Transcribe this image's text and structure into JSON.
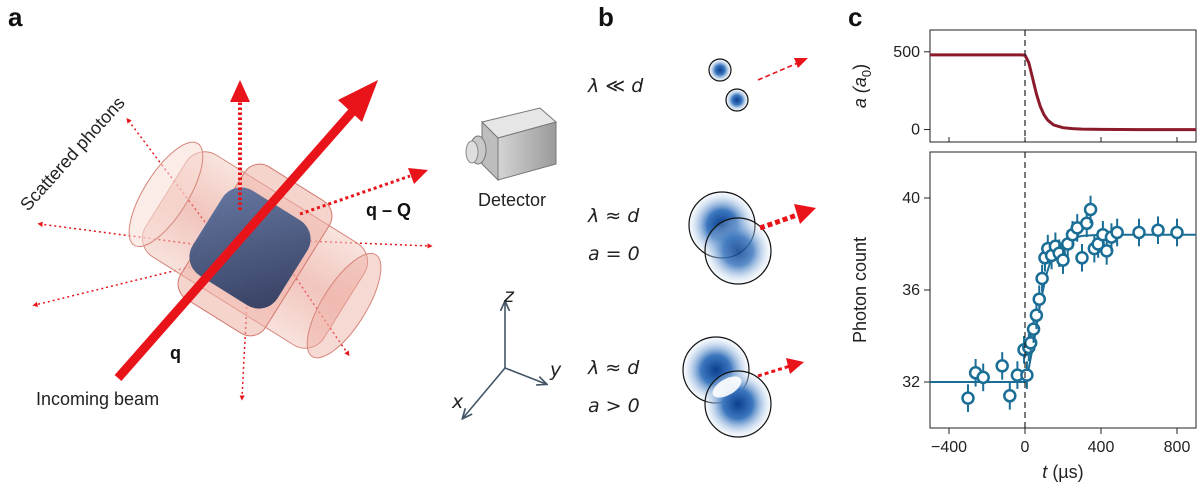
{
  "panels": {
    "a": "a",
    "b": "b",
    "c": "c"
  },
  "panel_a": {
    "scattered_label": "Scattered photons",
    "q_label": "q",
    "qQ_label": "q – Q",
    "incoming_label": "Incoming beam",
    "detector_label": "Detector",
    "axes": {
      "x": "x",
      "y": "y",
      "z": "z"
    },
    "colors": {
      "beam": "#e8141a",
      "cloud": "#3d5a8a",
      "cavity": "#e8a49a"
    }
  },
  "panel_b": {
    "rows": [
      {
        "regime": "λ ≪ d",
        "condition": ""
      },
      {
        "regime": "λ ≈ d",
        "condition": "a = 0"
      },
      {
        "regime": "λ ≈ d",
        "condition": "a > 0"
      }
    ]
  },
  "chart_data": [
    {
      "type": "line",
      "ylabel_main": "a (a",
      "ylabel_sub": "0",
      "ylabel_close": ")",
      "xlim": [
        -500,
        900
      ],
      "ylim": [
        -80,
        640
      ],
      "yticks": [
        0,
        500
      ],
      "xticks": [
        -400,
        0,
        400,
        800
      ],
      "x": [
        -500,
        -100,
        -20,
        0,
        20,
        40,
        60,
        80,
        100,
        120,
        150,
        200,
        250,
        300,
        400,
        600,
        900
      ],
      "y": [
        480,
        480,
        480,
        478,
        430,
        330,
        230,
        150,
        95,
        60,
        30,
        12,
        6,
        3,
        1,
        0,
        0
      ],
      "color": "#8b1a2b",
      "marker_x": 0
    },
    {
      "type": "scatter",
      "xlabel_var": "t",
      "xlabel_unit": " (µs)",
      "ylabel": "Photon count",
      "xlim": [
        -500,
        900
      ],
      "ylim": [
        30,
        42
      ],
      "yticks": [
        32,
        36,
        40
      ],
      "xticks": [
        -400,
        0,
        400,
        800
      ],
      "tick_labels_x": [
        "−400",
        "0",
        "400",
        "800"
      ],
      "points": [
        {
          "x": -300,
          "y": 31.3,
          "err": 0.6
        },
        {
          "x": -260,
          "y": 32.4,
          "err": 0.6
        },
        {
          "x": -220,
          "y": 32.2,
          "err": 0.6
        },
        {
          "x": -120,
          "y": 32.7,
          "err": 0.6
        },
        {
          "x": -80,
          "y": 31.4,
          "err": 0.6
        },
        {
          "x": -40,
          "y": 32.3,
          "err": 0.6
        },
        {
          "x": -5,
          "y": 33.4,
          "err": 0.6
        },
        {
          "x": 10,
          "y": 32.3,
          "err": 0.6
        },
        {
          "x": 20,
          "y": 33.5,
          "err": 0.6
        },
        {
          "x": 30,
          "y": 33.7,
          "err": 0.6
        },
        {
          "x": 45,
          "y": 34.3,
          "err": 0.6
        },
        {
          "x": 60,
          "y": 34.9,
          "err": 0.6
        },
        {
          "x": 75,
          "y": 35.6,
          "err": 0.6
        },
        {
          "x": 90,
          "y": 36.5,
          "err": 0.6
        },
        {
          "x": 105,
          "y": 37.4,
          "err": 0.6
        },
        {
          "x": 120,
          "y": 37.8,
          "err": 0.6
        },
        {
          "x": 140,
          "y": 37.5,
          "err": 0.6
        },
        {
          "x": 160,
          "y": 37.9,
          "err": 0.6
        },
        {
          "x": 180,
          "y": 37.6,
          "err": 0.6
        },
        {
          "x": 200,
          "y": 37.3,
          "err": 0.6
        },
        {
          "x": 225,
          "y": 38.0,
          "err": 0.6
        },
        {
          "x": 250,
          "y": 38.4,
          "err": 0.6
        },
        {
          "x": 275,
          "y": 38.7,
          "err": 0.6
        },
        {
          "x": 300,
          "y": 37.4,
          "err": 0.6
        },
        {
          "x": 325,
          "y": 38.9,
          "err": 0.6
        },
        {
          "x": 345,
          "y": 39.5,
          "err": 0.6
        },
        {
          "x": 365,
          "y": 37.8,
          "err": 0.6
        },
        {
          "x": 385,
          "y": 38.0,
          "err": 0.6
        },
        {
          "x": 410,
          "y": 38.4,
          "err": 0.6
        },
        {
          "x": 430,
          "y": 37.7,
          "err": 0.6
        },
        {
          "x": 455,
          "y": 38.3,
          "err": 0.6
        },
        {
          "x": 485,
          "y": 38.5,
          "err": 0.6
        },
        {
          "x": 600,
          "y": 38.5,
          "err": 0.6
        },
        {
          "x": 700,
          "y": 38.6,
          "err": 0.6
        },
        {
          "x": 800,
          "y": 38.5,
          "err": 0.6
        }
      ],
      "fit": {
        "x": [
          -500,
          0,
          20,
          50,
          80,
          110,
          140,
          180,
          230,
          300,
          400,
          900
        ],
        "y": [
          32.0,
          32.0,
          32.6,
          33.9,
          35.4,
          36.6,
          37.4,
          37.9,
          38.2,
          38.35,
          38.4,
          38.4
        ]
      },
      "color": "#1a6e96",
      "marker_x": 0
    }
  ]
}
